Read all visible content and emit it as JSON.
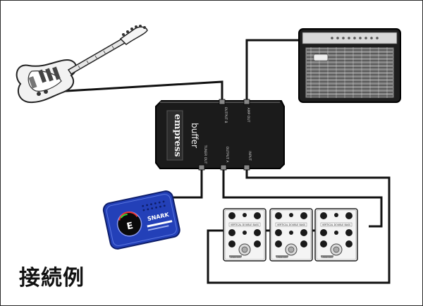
{
  "caption": "接続例",
  "buffer": {
    "brand": "empress",
    "model": "buffer",
    "jack_top_left": "OUTPUT B",
    "jack_top_right": "AMP OUT",
    "jack_bottom_left": "TUNER OUT",
    "jack_bottom_mid": "OUTPUT A",
    "jack_bottom_right": "INPUT"
  },
  "tuner": {
    "brand": "SNARK",
    "display_note": "E"
  },
  "pedal": {
    "name": "VERTICAL DOUBLE BASS",
    "footer": "LEDROOM"
  },
  "colors": {
    "cable": "#111111",
    "tuner_body": "#2340b8",
    "buffer_body": "#1b1b1b"
  }
}
